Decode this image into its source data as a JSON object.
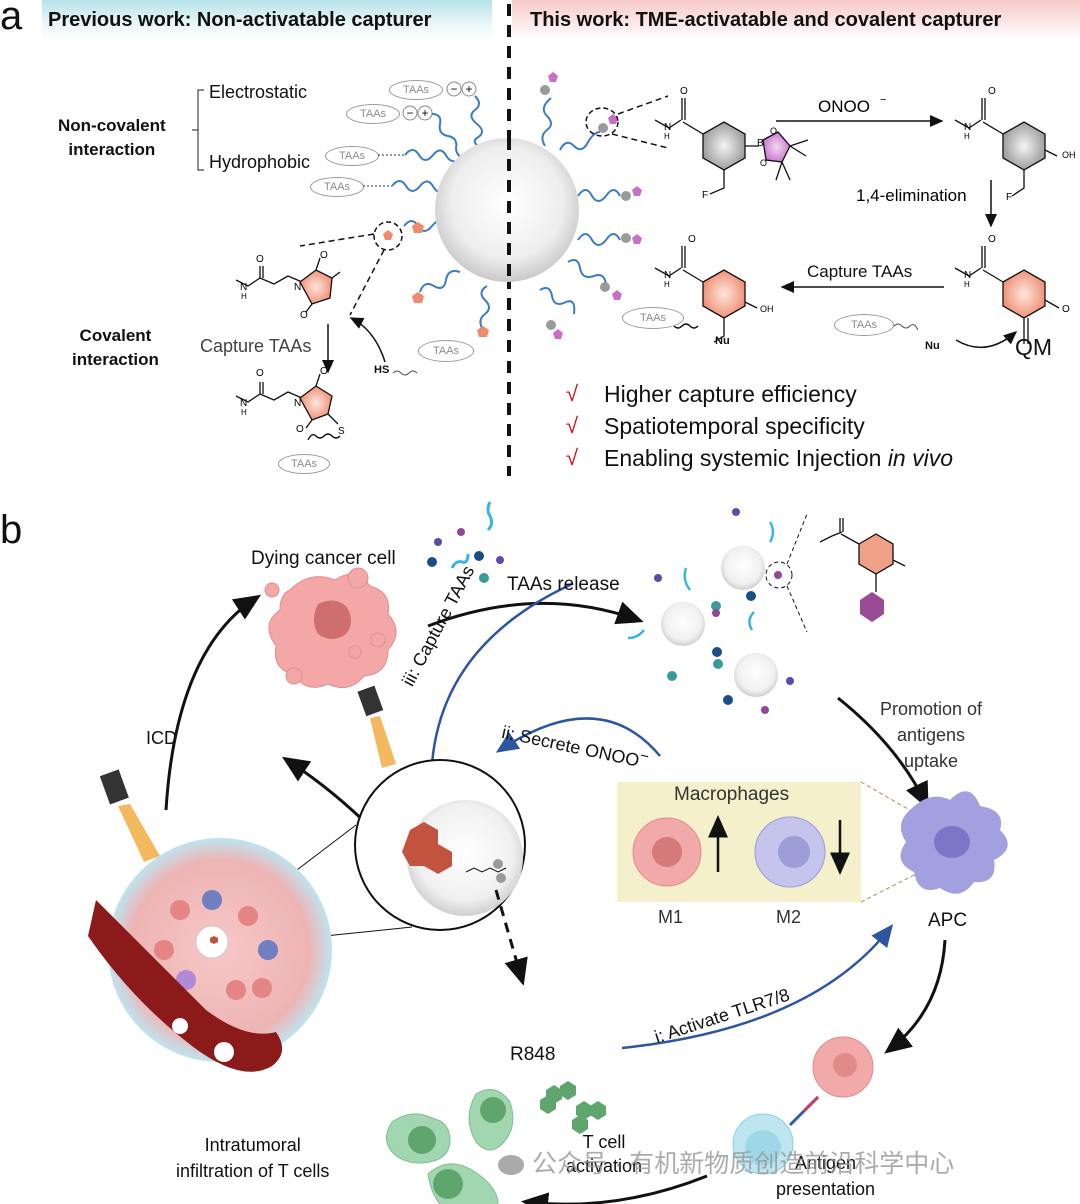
{
  "panel_a": {
    "letter": "a",
    "left_header": "Previous work: Non-activatable capturer",
    "right_header": "This work: TME-activatable and covalent capturer",
    "noncovalent_label_line1": "Non-covalent",
    "noncovalent_label_line2": "interaction",
    "electrostatic": "Electrostatic",
    "hydrophobic": "Hydrophobic",
    "covalent_label_line1": "Covalent",
    "covalent_label_line2": "interaction",
    "capture_taas_left": "Capture TAAs",
    "hs_label": "HS",
    "taas_tag": "TAAs",
    "minus_sign": "−",
    "plus_sign": "+",
    "atom_o": "O",
    "atom_n": "N",
    "atom_h": "H",
    "atom_s": "S",
    "atom_f": "F",
    "atom_b": "B",
    "atom_oh": "OH",
    "atom_nu": "Nu",
    "onoo_label": "ONOO",
    "onoo_charge": "−",
    "elimination_label": "1,4-elimination",
    "capture_taas_right": "Capture TAAs",
    "qm_label": "QM",
    "advantages": [
      {
        "mark": "√",
        "text": "Higher capture efficiency"
      },
      {
        "mark": "√",
        "text": "Spatiotemporal specificity"
      },
      {
        "mark": "√",
        "text": "Enabling systemic Injection ",
        "italic": "in vivo"
      }
    ]
  },
  "panel_b": {
    "letter": "b",
    "dying_cell": "Dying cancer cell",
    "taas_release": "TAAs release",
    "capture_step": "iii: Capture TAAs",
    "secrete_step": "ii: Secrete ONOO",
    "secrete_charge": "−",
    "activate_step": "i: Activate TLR7/8",
    "icd": "ICD",
    "promotion_line1": "Promotion of",
    "promotion_line2": "antigens",
    "promotion_line3": "uptake",
    "macrophages_title": "Macrophages",
    "m1": "M1",
    "m2": "M2",
    "apc": "APC",
    "r848": "R848",
    "t_cell_line1": "T cell",
    "t_cell_line2": "activation",
    "antigen_line1": "Antigen",
    "antigen_line2": "presentation",
    "infiltration_line1": "Intratumoral",
    "infiltration_line2": "infiltration of T cells",
    "watermark": "公众号 · 有机新物质创造前沿科学中心"
  },
  "colors": {
    "left_header": "#b6e3ea",
    "right_header": "#f7c9c9",
    "check_red": "#cc1111",
    "chain_blue": "#3a7bc8",
    "salmon": "#f08a6e",
    "magenta": "#c86fc8",
    "flow_blue": "#2d55a0",
    "macrophage_box": "#f5f0cc",
    "m1_pink": "#f2a9a9",
    "m2_lilac": "#b4b4e6",
    "apc_purple": "#a3a0e0",
    "tcell_green": "#8ccaa0"
  }
}
